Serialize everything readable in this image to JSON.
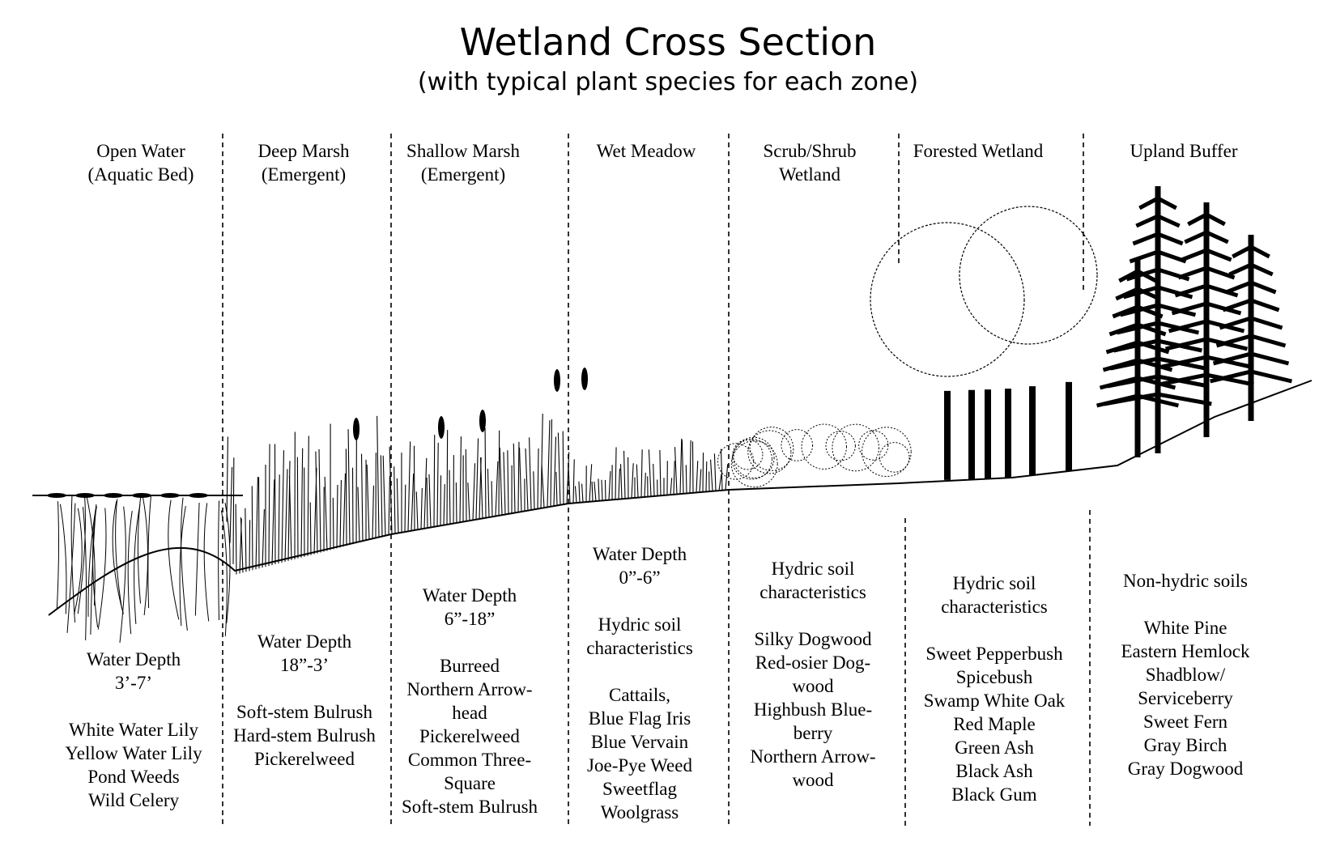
{
  "title": "Wetland Cross Section",
  "subtitle": "(with typical plant species for each zone)",
  "zones": [
    {
      "header": [
        "Open Water",
        "(Aquatic Bed)"
      ],
      "depth": [
        "Water Depth",
        "3’-7’"
      ],
      "soil": [],
      "plants": [
        "White Water Lily",
        "Yellow Water Lily",
        "Pond Weeds",
        "Wild Celery"
      ]
    },
    {
      "header": [
        "Deep Marsh",
        "(Emergent)"
      ],
      "depth": [
        "Water Depth",
        "18”-3’"
      ],
      "soil": [],
      "plants": [
        "Soft-stem Bulrush",
        "Hard-stem Bulrush",
        "Pickerelweed"
      ]
    },
    {
      "header": [
        "Shallow Marsh",
        "(Emergent)"
      ],
      "depth": [
        "Water Depth",
        "6”-18”"
      ],
      "soil": [],
      "plants": [
        "Burreed",
        "Northern  Arrow-",
        "head",
        "Pickerelweed",
        "Common Three-",
        "Square",
        "Soft-stem Bulrush"
      ]
    },
    {
      "header": [
        "Wet Meadow"
      ],
      "depth": [
        "Water Depth",
        "0”-6”"
      ],
      "soil": [
        "Hydric soil",
        "characteristics"
      ],
      "plants": [
        "Cattails,",
        "Blue Flag Iris",
        "Blue Vervain",
        "Joe-Pye Weed",
        "Sweetflag",
        "Woolgrass"
      ]
    },
    {
      "header": [
        "Scrub/Shrub",
        "Wetland"
      ],
      "depth": [],
      "soil": [
        "Hydric soil",
        "characteristics"
      ],
      "plants": [
        "Silky Dogwood",
        "Red-osier Dog-",
        "wood",
        "Highbush Blue-",
        "berry",
        "Northern Arrow-",
        "wood"
      ]
    },
    {
      "header": [
        "Forested Wetland"
      ],
      "depth": [],
      "soil": [
        "Hydric soil",
        "characteristics"
      ],
      "plants": [
        "Sweet Pepperbush",
        "Spicebush",
        "Swamp White Oak",
        "Red Maple",
        "Green Ash",
        "Black Ash",
        "Black Gum"
      ]
    },
    {
      "header": [
        "Upland Buffer"
      ],
      "depth": [],
      "soil": [
        "Non-hydric soils"
      ],
      "plants": [
        "White Pine",
        "Eastern Hemlock",
        "Shadblow/",
        "Serviceberry",
        "Sweet Fern",
        "Gray Birch",
        "Gray Dogwood"
      ]
    }
  ]
}
